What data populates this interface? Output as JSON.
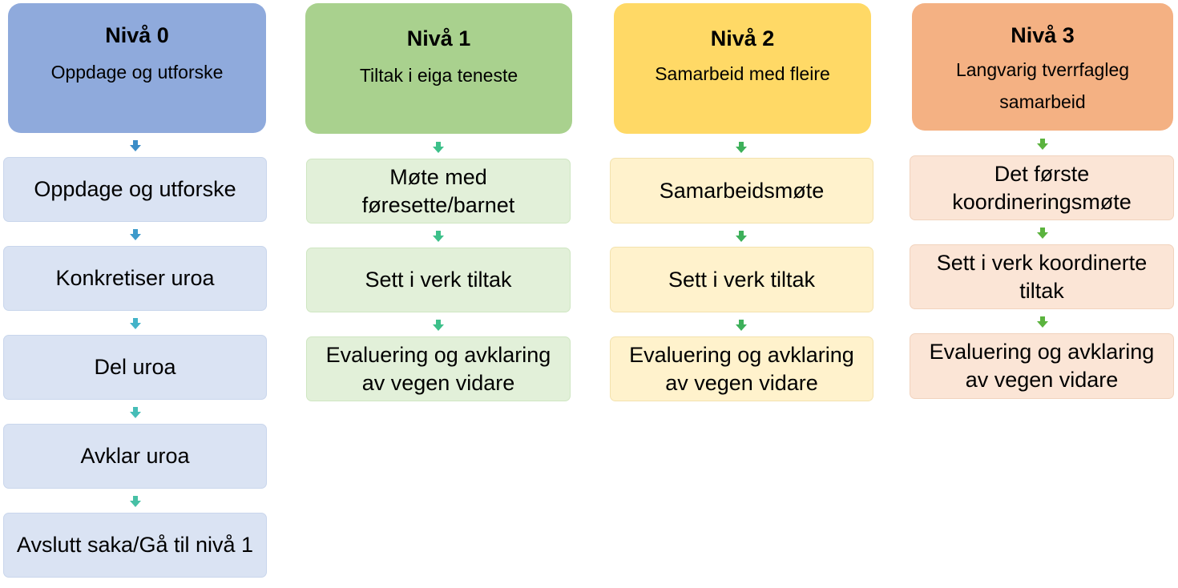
{
  "levels": [
    {
      "title": "Nivå 0",
      "subtitle": "Oppdage og utforske",
      "colors": {
        "header": "#8FAADC",
        "step_fill": "#DAE3F3",
        "step_border": "#C9D6EC",
        "arrow": "#2E75B6"
      },
      "arrow_colors": [
        "#3C8DC7",
        "#3E9BCB",
        "#43B3C8",
        "#46BDB7",
        "#47C0A5"
      ],
      "steps": [
        "Oppdage og utforske",
        "Konkretiser uroa",
        "Del uroa",
        "Avklar uroa",
        "Avslutt saka/Gå til nivå 1"
      ]
    },
    {
      "title": "Nivå 1",
      "subtitle": "Tiltak i eiga teneste",
      "colors": {
        "header": "#A9D18E",
        "step_fill": "#E2F0D9",
        "step_border": "#CFE6C2"
      },
      "arrow_colors": [
        "#3DC08A",
        "#3DC08A",
        "#3DC08A"
      ],
      "steps": [
        "Møte med føresette/barnet",
        "Sett i verk tiltak",
        "Evaluering og avklaring av vegen vidare"
      ]
    },
    {
      "title": "Nivå 2",
      "subtitle": "Samarbeid med fleire",
      "colors": {
        "header": "#FFD966",
        "step_fill": "#FFF2CC",
        "step_border": "#F3E2AE"
      },
      "arrow_colors": [
        "#3DB05A",
        "#3DB05A",
        "#3DB05A"
      ],
      "steps": [
        "Samarbeidsmøte",
        "Sett i verk tiltak",
        "Evaluering og avklaring av vegen vidare"
      ]
    },
    {
      "title": "Nivå 3",
      "subtitle": "Langvarig tverrfagleg samarbeid",
      "colors": {
        "header": "#F4B183",
        "step_fill": "#FBE5D6",
        "step_border": "#F1D3BE"
      },
      "arrow_colors": [
        "#5BB33E",
        "#5BB33E",
        "#5BB33E"
      ],
      "steps": [
        "Det første koordineringsmøte",
        "Sett i verk koordinerte tiltak",
        "Evaluering og avklaring av vegen vidare"
      ]
    }
  ]
}
